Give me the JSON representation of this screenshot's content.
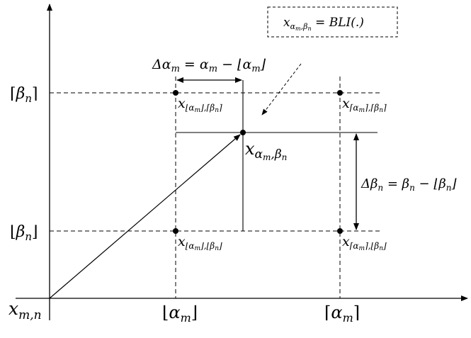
{
  "labels": {
    "origin": {
      "base": "x",
      "sub": "m,n"
    },
    "x_floor": {
      "open": "⌊",
      "sym": "α",
      "sub": "m",
      "close": "⌋"
    },
    "x_ceil": {
      "open": "⌈",
      "sym": "α",
      "sub": "m",
      "close": "⌉"
    },
    "y_ceil": {
      "open": "⌈",
      "sym": "β",
      "sub": "n",
      "close": "⌉"
    },
    "y_floor": {
      "open": "⌊",
      "sym": "β",
      "sub": "n",
      "close": "⌋"
    },
    "point_center": {
      "base": "x",
      "sub": "α",
      "sub2": "m",
      "sep": ",",
      "sub3": "β",
      "sub4": "n"
    },
    "corner_top_left": {
      "base": "x",
      "sub": "⌊α",
      "s1": "m",
      "mid": "⌋,⌈β",
      "s2": "n",
      "end": "⌉"
    },
    "corner_top_right": {
      "base": "x",
      "sub": "⌈α",
      "s1": "m",
      "mid": "⌉,⌈β",
      "s2": "n",
      "end": "⌉"
    },
    "corner_bottom_left": {
      "base": "x",
      "sub": "⌊α",
      "s1": "m",
      "mid": "⌋,⌊β",
      "s2": "n",
      "end": "⌋"
    },
    "corner_bottom_right": {
      "base": "x",
      "sub": "⌈α",
      "s1": "m",
      "mid": "⌉,⌊β",
      "s2": "n",
      "end": "⌋"
    },
    "delta_alpha": {
      "d": "Δα",
      "s1": "m",
      "eq": " = α",
      "s2": "m",
      "minus": " − ⌊α",
      "s3": "m",
      "close": "⌋"
    },
    "delta_beta": {
      "d": "Δβ",
      "s1": "n",
      "eq": " = β",
      "s2": "n",
      "minus": " − ⌊β",
      "s3": "n",
      "close": "⌋"
    },
    "callout": {
      "base": "x",
      "sub": "α",
      "s1": "m",
      "sep": ",β",
      "s2": "n",
      "eq": " = ",
      "func": "BLI(.)"
    }
  }
}
